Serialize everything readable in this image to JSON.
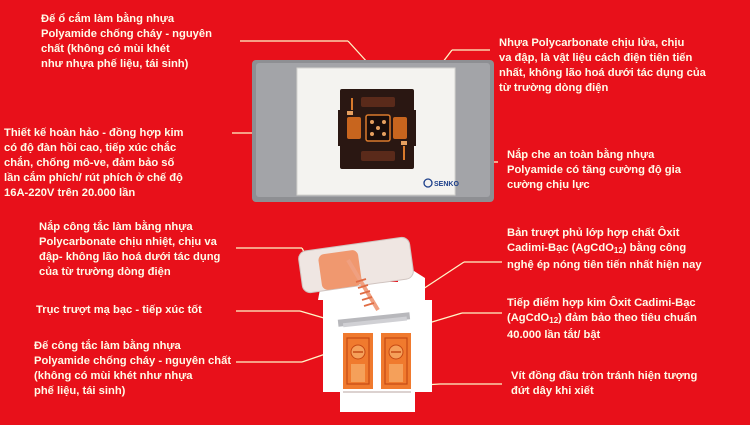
{
  "labels": {
    "socket_base": "Đế ổ cắm làm bằng nhựa\nPolyamide  chống cháy - nguyên\nchất  (không có mùi khét\nnhư nhựa phế liệu, tái sinh)",
    "perfect_design": "Thiết kế hoàn hảo - đồng hợp kim\ncó độ đàn hồi cao, tiếp xúc chắc\nchắn, chống mô-ve, đảm bảo số\nlần cắm phích/ rút phích ở chế độ\n16A-220V  trên 20.000 lần",
    "switch_cover": "Nắp công tắc làm bằng nhựa\nPolycarbonate chịu nhiệt, chịu va\nđập- không lão hoá dưới tác dụng\ncủa từ trường dòng điện",
    "silver_shaft": "Trục trượt mạ bạc - tiếp xúc tốt",
    "switch_base": "Đế công tắc làm bằng nhựa\nPolyamide chống cháy - nguyên chất\n(không có mùi khét như nhựa\nphế liệu, tái sinh)",
    "polycarbonate_face": "Nhựa Polycarbonate chịu lửa, chịu\nva đập, là vật liệu cách điện tiên tiến\nnhất, không lão hoá dưới tác dụng của\ntừ trường dòng điện",
    "safety_cover": "Nắp che an toàn bằng nhựa\nPolyamide có tăng cường độ gia\ncường chịu lực",
    "slider_coating_pre": "Bản trượt phủ lớp  hợp chất Ôxit\nCadimi-Bạc (AgCdO",
    "slider_coating_post": ") bằng công\nnghệ ép nóng tiên tiến  nhất hiện nay",
    "contact_point_pre": "Tiếp điểm hợp kim Ôxit Cadimi-Bạc\n(AgCdO",
    "contact_point_post": ") đảm bảo theo tiêu chuẩn\n40.000 lần tắt/ bật",
    "subscript": "12",
    "round_screw": "Vít đồng đầu tròn tránh hiện tượng\nđứt dây khi xiết"
  },
  "brand_logo": "SENKO",
  "colors": {
    "background": "#e8101a",
    "text": "#fffbe8",
    "plate": "#9fa0a4",
    "insert": "#f4f3f0",
    "socket": "#2a1712",
    "switch_orange": "#f07a2e"
  }
}
